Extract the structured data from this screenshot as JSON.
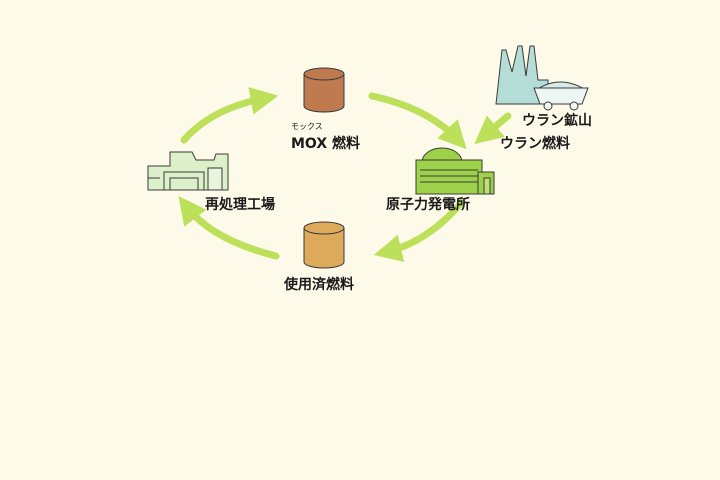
{
  "title": "Nuclear fuel cycle",
  "nodes": {
    "mox_fuel": {
      "ruby": "モックス",
      "label": "MOX 燃料",
      "color": "#c07a50"
    },
    "power_plant": {
      "label": "原子力発電所",
      "color": "#9ed14a"
    },
    "uranium_mine": {
      "label": "ウラン鉱山",
      "color": "#b5ddd8"
    },
    "uranium_fuel": {
      "label": "ウラン燃料"
    },
    "spent_fuel": {
      "label": "使用済燃料",
      "color": "#ddaa5c"
    },
    "reprocessing_plant": {
      "label": "再処理工場",
      "color": "#dcf0c9"
    }
  },
  "cycle": [
    {
      "from": "mox_fuel",
      "to": "power_plant"
    },
    {
      "from": "uranium_mine",
      "to": "power_plant"
    },
    {
      "from": "power_plant",
      "to": "spent_fuel"
    },
    {
      "from": "spent_fuel",
      "to": "reprocessing_plant"
    },
    {
      "from": "reprocessing_plant",
      "to": "mox_fuel"
    }
  ],
  "colors": {
    "background": "#fefaea",
    "arrow": "#bde05a",
    "outline": "#3a3a3a"
  }
}
